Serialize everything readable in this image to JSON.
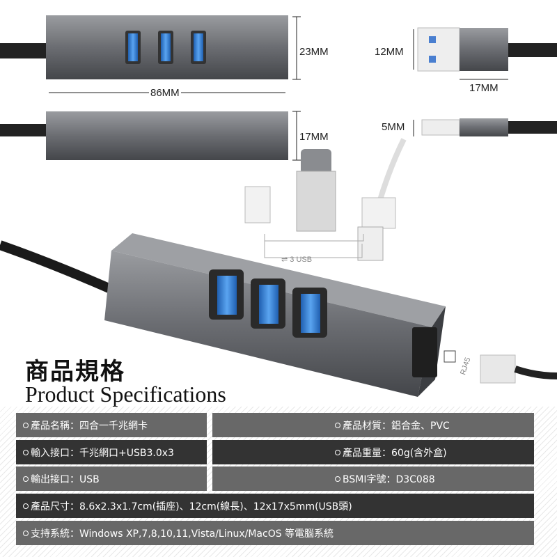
{
  "dimensions": {
    "hub_height": "23MM",
    "hub_length": "86MM",
    "hub_depth": "17MM",
    "plug_height": "12MM",
    "plug_width": "17MM",
    "plug_depth": "5MM"
  },
  "labels": {
    "usb_count": "3 USB",
    "rj45": "RJ45"
  },
  "title": {
    "cn": "商品規格",
    "en": "Product Specifications"
  },
  "specs": [
    {
      "text": "產品名稱：四合一千兆網卡"
    },
    {
      "text": "產品材質：鋁合金、PVC"
    },
    {
      "text": "輸入接口：千兆網口+USB3.0x3"
    },
    {
      "text": "產品重量：60g(含外盒)"
    },
    {
      "text": "輸出接口：USB"
    },
    {
      "text": "BSMI字號：D3C088"
    },
    {
      "text": "產品尺寸：8.6x2.3x1.7cm(插座)、12cm(線長)、12x17x5mm(USB頭)"
    },
    {
      "text": "支持系統：Windows XP,7,8,10,11,Vista/Linux/MacOS 等電腦系統"
    }
  ],
  "colors": {
    "box_light": "#686868",
    "box_dark": "#333333",
    "usb_blue": "#3a7fd0",
    "hub_gray": "#6e7075"
  }
}
